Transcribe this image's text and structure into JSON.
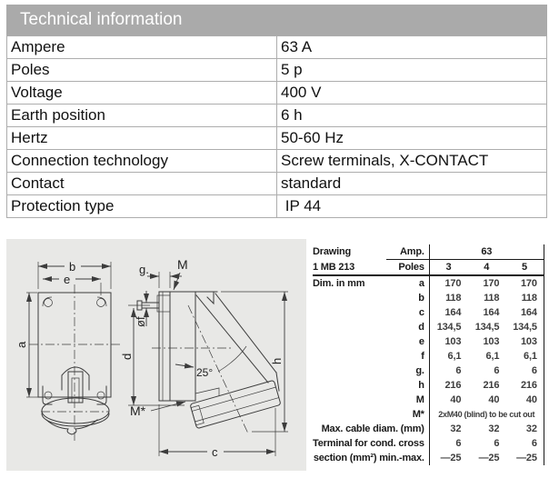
{
  "header": {
    "title": "Technical information"
  },
  "tech_info": {
    "rows": [
      {
        "label": "Ampere",
        "value": "63 A"
      },
      {
        "label": "Poles",
        "value": "5 p"
      },
      {
        "label": "Voltage",
        "value": "400 V"
      },
      {
        "label": "Earth position",
        "value": "6 h"
      },
      {
        "label": "Hertz",
        "value": "50-60 Hz"
      },
      {
        "label": "Connection technology",
        "value": "Screw terminals, X-CONTACT"
      },
      {
        "label": "Contact",
        "value": "standard"
      },
      {
        "label": "Protection type",
        "value": " IP 44"
      }
    ]
  },
  "drawing": {
    "labels": {
      "b": "b",
      "e": "e",
      "a": "a",
      "g": "g.",
      "M": "M",
      "f": "øf",
      "d": "d",
      "angle": "25°",
      "mstar": "M*",
      "c": "c",
      "h": "h"
    }
  },
  "dims_table": {
    "drawing_label": "Drawing",
    "drawing_number": "1 MB 213",
    "amp_label": "Amp.",
    "amp_value": "63",
    "poles_label": "Poles",
    "pole_counts": [
      "3",
      "4",
      "5"
    ],
    "dim_unit_label": "Dim. in mm",
    "dim_rows": [
      {
        "key": "a",
        "values": [
          "170",
          "170",
          "170"
        ]
      },
      {
        "key": "b",
        "values": [
          "118",
          "118",
          "118"
        ]
      },
      {
        "key": "c",
        "values": [
          "164",
          "164",
          "164"
        ]
      },
      {
        "key": "d",
        "values": [
          "134,5",
          "134,5",
          "134,5"
        ]
      },
      {
        "key": "e",
        "values": [
          "103",
          "103",
          "103"
        ]
      },
      {
        "key": "f",
        "values": [
          "6,1",
          "6,1",
          "6,1"
        ]
      },
      {
        "key": "g.",
        "values": [
          "6",
          "6",
          "6"
        ]
      },
      {
        "key": "h",
        "values": [
          "216",
          "216",
          "216"
        ]
      },
      {
        "key": "M",
        "values": [
          "40",
          "40",
          "40"
        ]
      }
    ],
    "mstar_key": "M*",
    "mstar_value": "2xM40 (blind) to be cut out",
    "footer_rows": [
      {
        "label": "Max. cable diam. (mm)",
        "values": [
          "32",
          "32",
          "32"
        ]
      },
      {
        "label": "Terminal for cond. cross",
        "values": [
          "6",
          "6",
          "6"
        ]
      },
      {
        "label": "section (mm²) min.-max.",
        "values": [
          "—25",
          "—25",
          "—25"
        ]
      }
    ]
  },
  "colors": {
    "header_bg": "#aaaaaa",
    "header_text": "#ffffff",
    "table_border": "#adadad",
    "panel_bg": "#e8e8e6",
    "drawing_line": "#3c3c3c"
  }
}
